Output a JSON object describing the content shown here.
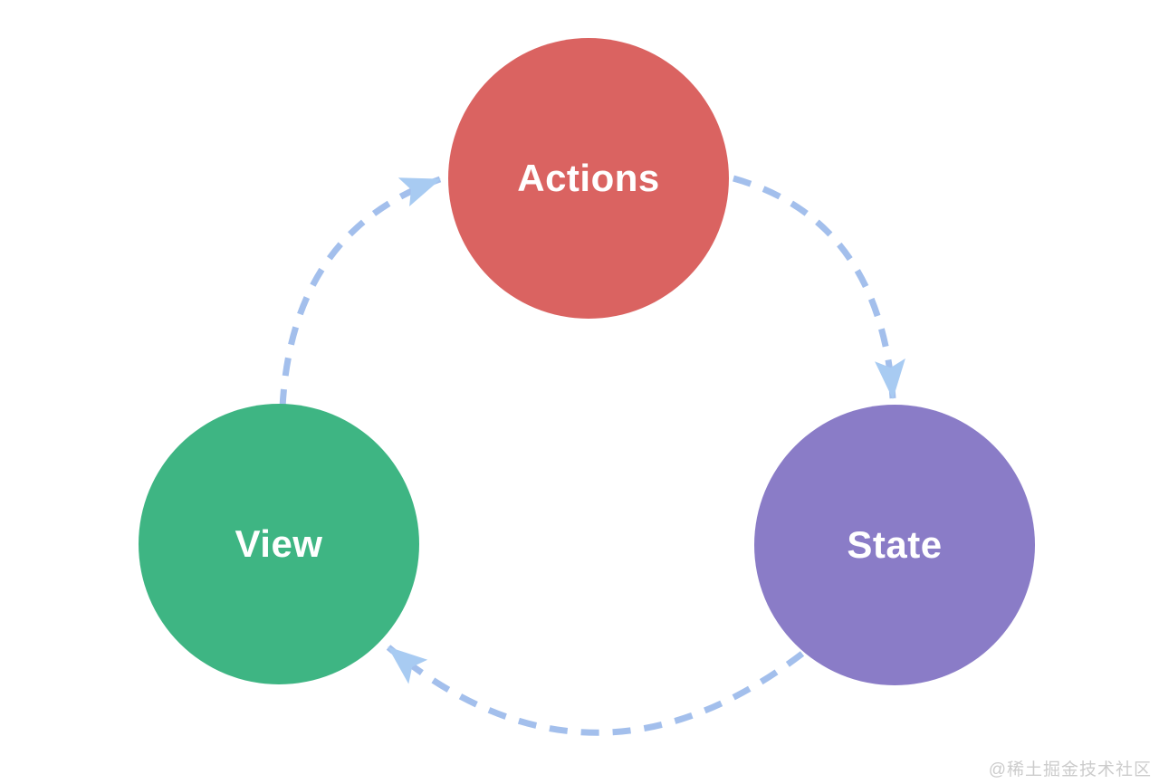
{
  "diagram": {
    "type": "cycle-flow",
    "background_color": "#ffffff",
    "nodes": [
      {
        "id": "actions",
        "label": "Actions",
        "color": "#da6361",
        "label_color": "#ffffff"
      },
      {
        "id": "state",
        "label": "State",
        "color": "#8a7cc7",
        "label_color": "#ffffff"
      },
      {
        "id": "view",
        "label": "View",
        "color": "#3eb583",
        "label_color": "#ffffff"
      }
    ],
    "edges": [
      {
        "from": "view",
        "to": "actions"
      },
      {
        "from": "actions",
        "to": "state"
      },
      {
        "from": "state",
        "to": "view"
      }
    ],
    "arrow_style": {
      "line_color": "#a3bfec",
      "arrowhead_color": "#a8cbf2",
      "line_style": "dashed"
    }
  },
  "watermark": {
    "text": "@稀土掘金技术社区",
    "color": "#cccccc"
  }
}
